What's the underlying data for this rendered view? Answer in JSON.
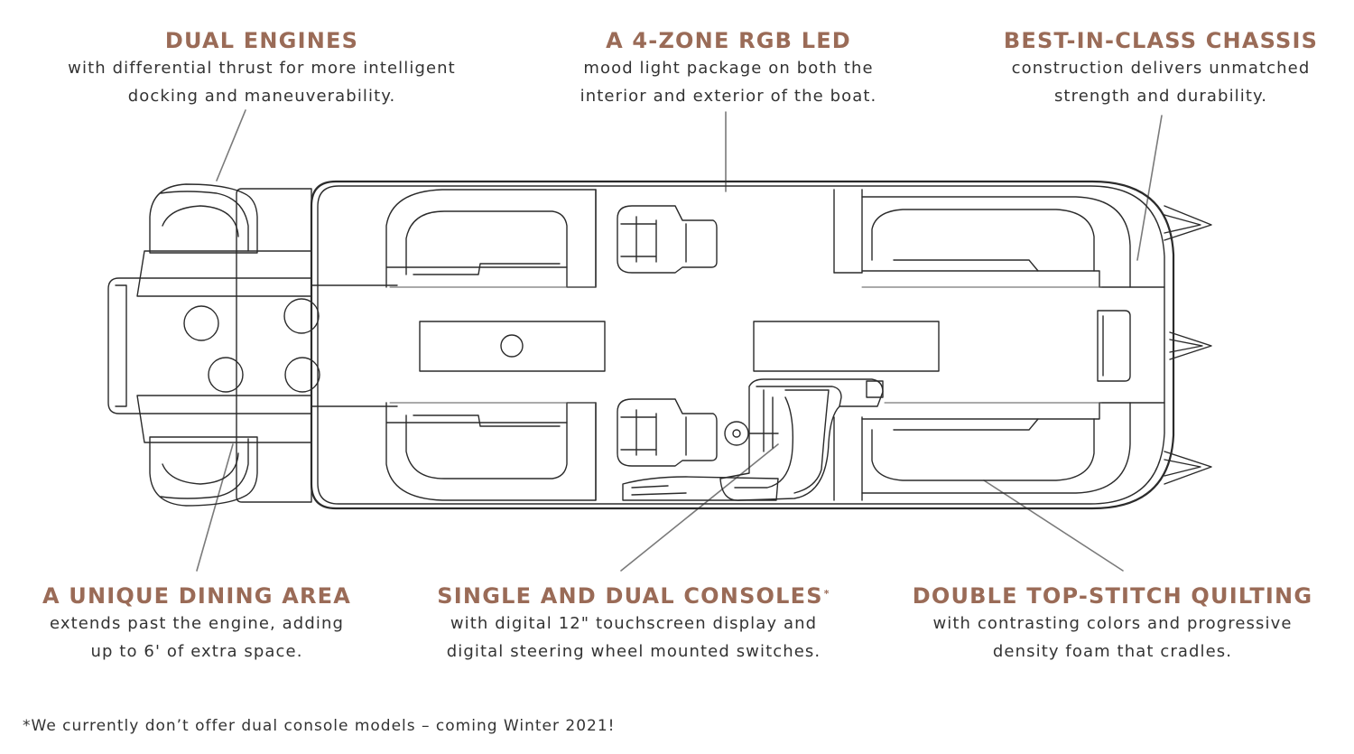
{
  "callouts": {
    "dual_engines": {
      "title": "DUAL ENGINES",
      "line1": "with differential thrust for more intelligent",
      "line2": "docking and maneuverability."
    },
    "rgb_led": {
      "title": "A 4-ZONE RGB LED",
      "line1": "mood light package on both the",
      "line2": "interior and exterior of the boat."
    },
    "chassis": {
      "title": "BEST-IN-CLASS CHASSIS",
      "line1": "construction delivers unmatched",
      "line2": "strength and durability."
    },
    "dining": {
      "title": "A UNIQUE DINING AREA",
      "line1": "extends past the engine, adding",
      "line2": "up to 6' of extra space."
    },
    "consoles": {
      "title": "SINGLE AND DUAL CONSOLES",
      "title_mark": "*",
      "line1": "with digital 12\" touchscreen display and",
      "line2": "digital steering wheel mounted switches."
    },
    "quilting": {
      "title": "DOUBLE TOP-STITCH QUILTING",
      "line1": "with contrasting colors and progressive",
      "line2": "density foam that cradles."
    }
  },
  "footnote": "*We currently don’t offer dual console models – coming Winter 2021!",
  "colors": {
    "heading": "#9a6b57",
    "body_text": "#333333",
    "drawing_stroke": "#2b2b2b",
    "leader_line": "#7a7a7a"
  }
}
